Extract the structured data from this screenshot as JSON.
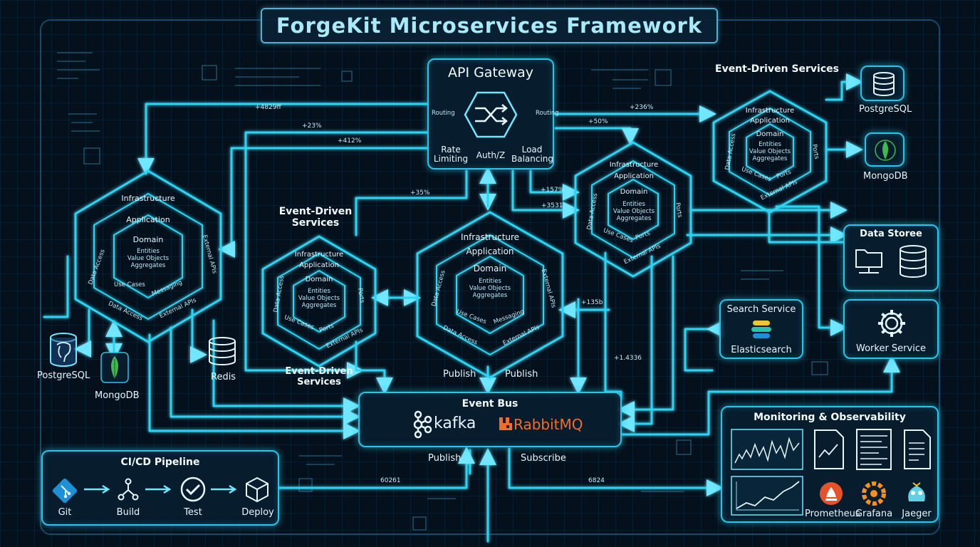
{
  "title": "ForgeKit Microservices Framework",
  "api_gateway": {
    "title": "API Gateway",
    "left_small": "Routing",
    "right_small": "Routing",
    "features": [
      "Rate\nLimiting",
      "Auth/Z",
      "Load\nBalancing"
    ]
  },
  "hexagon_labels": {
    "infrastructure": "Infrastructure",
    "application": "Application",
    "domain": "Domain",
    "domain_items": [
      "Entities",
      "Value Objects",
      "Aggregates"
    ]
  },
  "service_labels": {
    "top_right": "Event-Driven Services",
    "center_top": "Event-Driven\nServices",
    "center_bottom": "Event-Driven\nServices"
  },
  "left_hex_ring": [
    "Data Access",
    "Use Cases",
    "Messaging",
    "Data Access",
    "External APIs",
    "External APIs"
  ],
  "small_hex_ring": [
    "Data Access",
    "Use Cases",
    "Ports",
    "External APIs",
    "Ports"
  ],
  "center_hex_ring": [
    "Data Access",
    "Use Cases",
    "Messaging",
    "Data Access",
    "External APIs",
    "External APIs"
  ],
  "right_hex_ring": [
    "Data Access",
    "Use Cases",
    "Ports",
    "External APIs",
    "Ports"
  ],
  "left_stores": {
    "postgres": "PostgreSQL",
    "mongo": "MongoDB",
    "redis": "Redis"
  },
  "top_right_stores": {
    "postgres": "PostgreSQL",
    "mongo": "MongoDB"
  },
  "data_store": {
    "title": "Data Storee"
  },
  "search_service": {
    "title": "Search Service",
    "engine": "Elasticsearch"
  },
  "worker_service": {
    "title": "Worker Service"
  },
  "event_bus": {
    "title": "Event Bus",
    "brands": [
      "kafka",
      "RabbitMQ"
    ],
    "publish_left": "Publish",
    "publish_right": "Publish",
    "publish_bottom": "Publish",
    "subscribe_bottom": "Subscribe"
  },
  "cicd": {
    "title": "CI/CD Pipeline",
    "steps": [
      "Git",
      "Build",
      "Test",
      "Deploy"
    ]
  },
  "monitoring": {
    "title": "Monitoring & Observability",
    "tools": [
      "Prometheus",
      "Grafana",
      "Jaeger"
    ]
  },
  "edge_labels": [
    "+4829ff",
    "+23%",
    "+412%",
    "+35%",
    "+157%",
    "+3531",
    "+50%",
    "+236%",
    "+135b",
    "+1.4336",
    "60261",
    "6824"
  ],
  "colors": {
    "accent": "#27c6ea",
    "background": "#04101c",
    "glow": "#7ff0ff",
    "kafka": "#e8f4ff",
    "rabbit": "#f06d2b"
  }
}
